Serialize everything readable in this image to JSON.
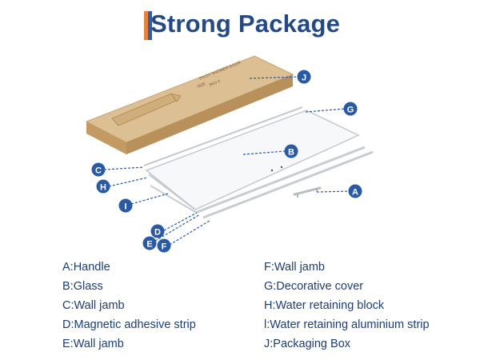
{
  "title": "Strong Package",
  "markers": [
    "J",
    "G",
    "B",
    "C",
    "H",
    "I",
    "A",
    "D",
    "E",
    "F"
  ],
  "box_text": [
    "PIVOT SHOWER DOOR",
    "SIZE",
    "SKU #"
  ],
  "legend_left": [
    "A:Handle",
    "B:Glass",
    "C:Wall jamb",
    "D:Magnetic adhesive strip",
    "E:Wall jamb"
  ],
  "legend_right": [
    "F:Wall jamb",
    "G:Decorative cover",
    "H:Water retaining block",
    "l:Water retaining aluminium strip",
    "J:Packaging Box"
  ],
  "colors": {
    "title": "#244a86",
    "marker": "#2b5aa4",
    "box": "#d2b07e",
    "frame": "#c4c8cf"
  }
}
